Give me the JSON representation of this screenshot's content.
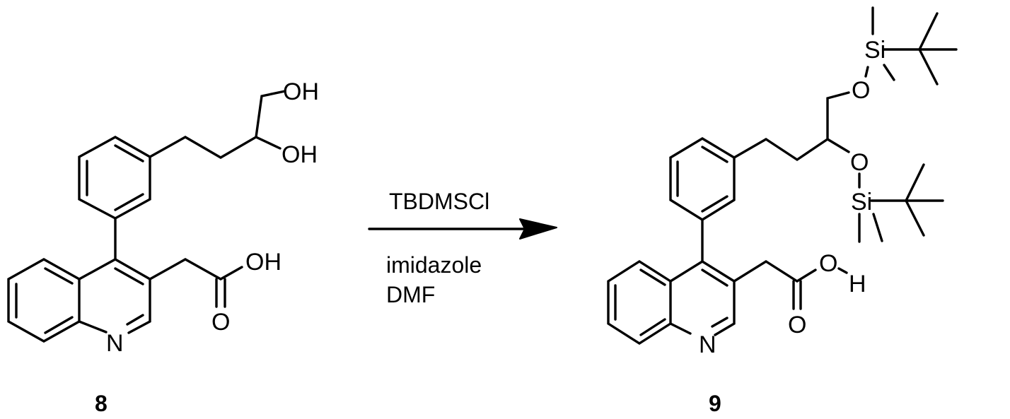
{
  "scheme": {
    "reactant": {
      "label": "8",
      "atoms": {
        "oh_primary": "OH",
        "oh_secondary": "OH",
        "acid_oh": "OH",
        "acid_o": "O",
        "ring_n": "N"
      }
    },
    "product": {
      "label": "9",
      "atoms": {
        "si_top": "Si",
        "o_top": "O",
        "o_mid": "O",
        "si_bottom": "Si",
        "acid_o": "O",
        "acid_h": "H",
        "carbonyl_o": "O",
        "ring_n": "N"
      }
    },
    "arrow": {
      "reagent_above": "TBDMSCl",
      "conditions_below": [
        "imidazole",
        "DMF"
      ]
    }
  }
}
